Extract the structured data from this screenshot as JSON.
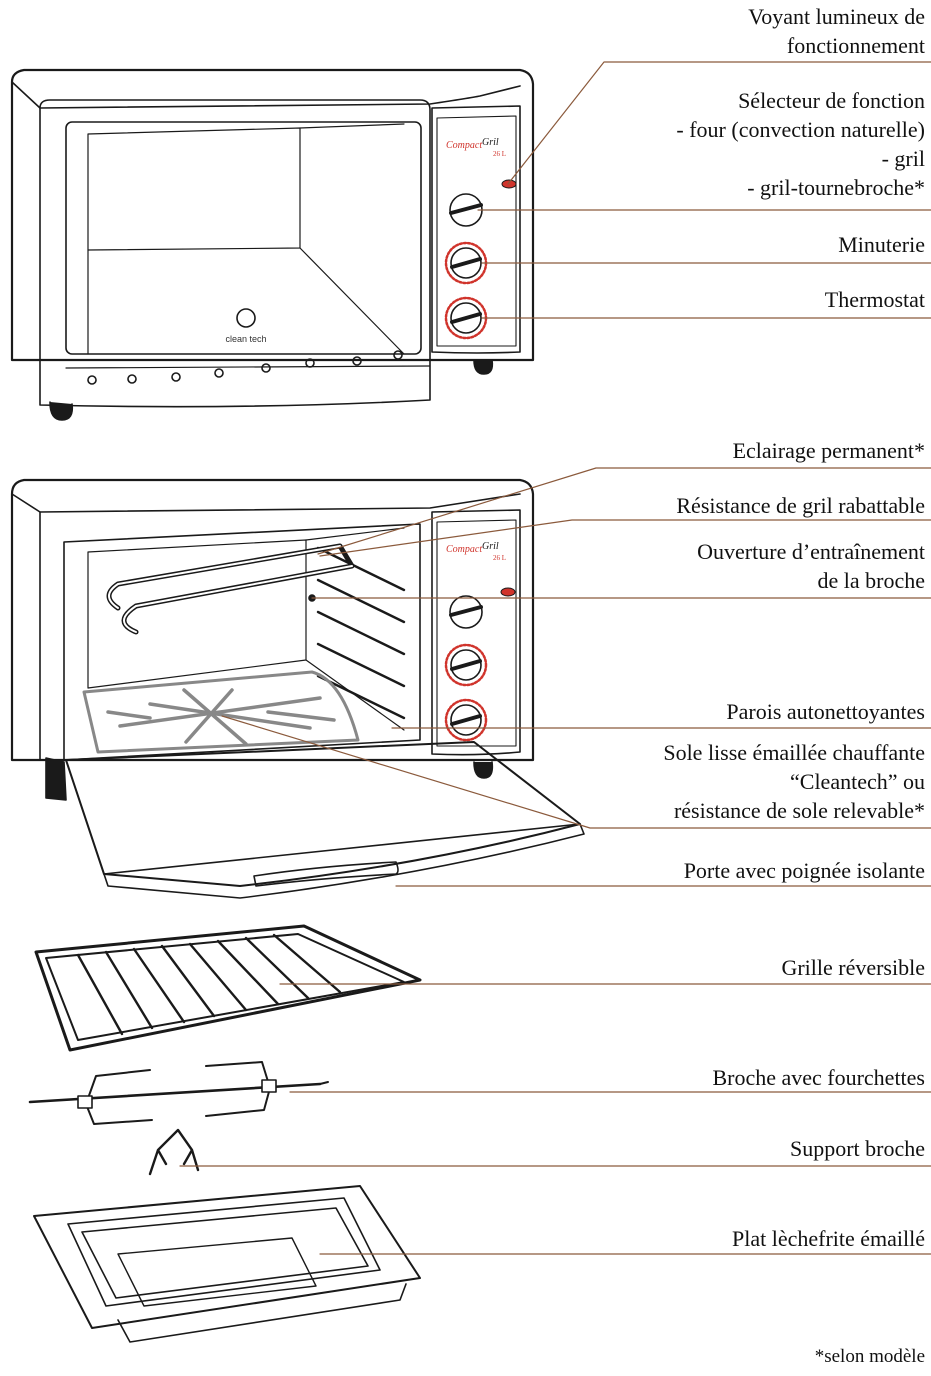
{
  "labels": {
    "voyant": [
      "Voyant lumineux de",
      "fonctionnement"
    ],
    "selecteur": [
      "Sélecteur de fonction",
      "- four (convection naturelle)",
      "- gril",
      "- gril-tournebroche*"
    ],
    "minuterie": "Minuterie",
    "thermostat": "Thermostat",
    "eclairage": "Eclairage permanent*",
    "resistance_gril": "Résistance de gril rabattable",
    "ouverture": [
      "Ouverture d’entraînement",
      "de la broche"
    ],
    "parois": "Parois autonettoyantes",
    "sole": [
      "Sole lisse émaillée chauffante",
      "“Cleantech” ou",
      "résistance de sole relevable*"
    ],
    "porte": "Porte avec poignée isolante",
    "grille": "Grille réversible",
    "broche": "Broche avec fourchettes",
    "support": "Support broche",
    "plat": "Plat lèchefrite émaillé"
  },
  "panel": {
    "brand_a": "Compact",
    "brand_b": "Gril",
    "capacity": "26 L"
  },
  "door_logo": "clean tech",
  "footnote": "*selon modèle",
  "colors": {
    "leader": "#8b5a3c",
    "accent": "#d0342c",
    "outline": "#1a1a1a"
  }
}
